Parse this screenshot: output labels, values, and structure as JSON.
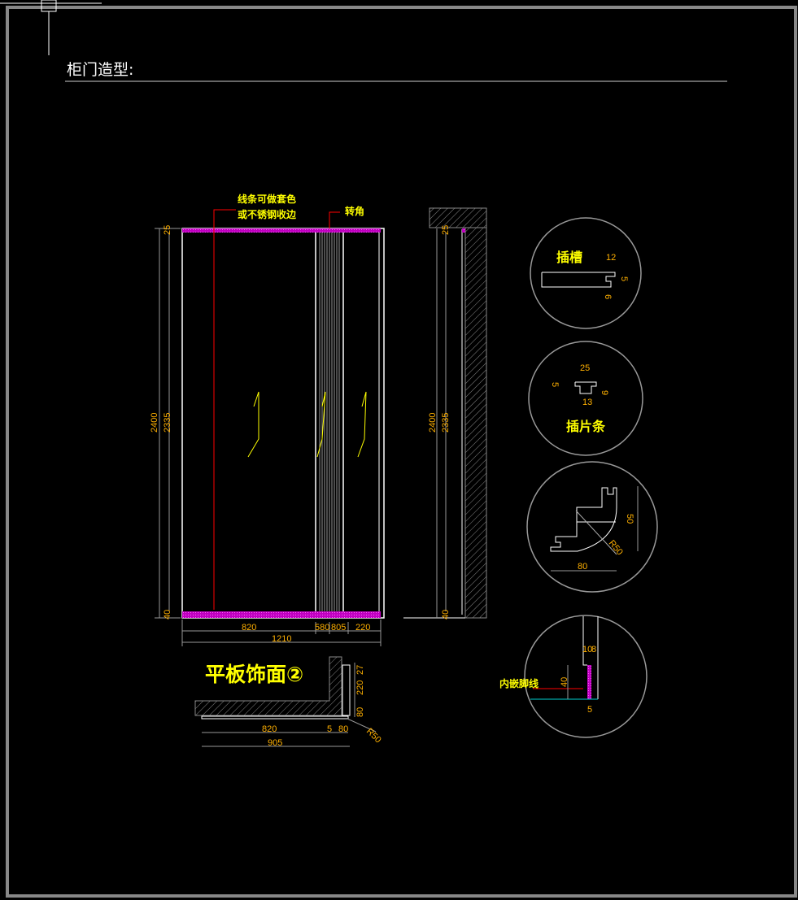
{
  "title": "柜门造型:",
  "front_elevation": {
    "notes": [
      "线条可做套色",
      "或不锈钢收边",
      "转角"
    ],
    "dims_vertical": [
      "25",
      "2400",
      "2335",
      "40"
    ],
    "dims_bottom": [
      "820",
      "580",
      "805",
      "220"
    ],
    "dim_total": "1210"
  },
  "side_elevation": {
    "dims_vertical": [
      "25",
      "2400",
      "2335",
      "40"
    ]
  },
  "plan": {
    "title": "平板饰面②",
    "dims_bottom": [
      "820",
      "5",
      "80"
    ],
    "dim_total": "905",
    "dims_vertical": [
      "27",
      "220",
      "80"
    ],
    "radius": "R50"
  },
  "details": {
    "slot": {
      "label": "插槽",
      "dims": [
        "12",
        "5",
        "6"
      ]
    },
    "strip": {
      "label": "插片条",
      "dims": [
        "25",
        "5",
        "9",
        "13"
      ]
    },
    "corner": {
      "dims": [
        "50",
        "80",
        "R50"
      ]
    },
    "skirting": {
      "label": "内嵌脚线",
      "dims": [
        "10",
        "8",
        "40",
        "5"
      ]
    }
  },
  "colors": {
    "magenta": "#e000e0",
    "yellow": "#ffff00",
    "dim": "#ffb000",
    "red": "#ff0000"
  }
}
